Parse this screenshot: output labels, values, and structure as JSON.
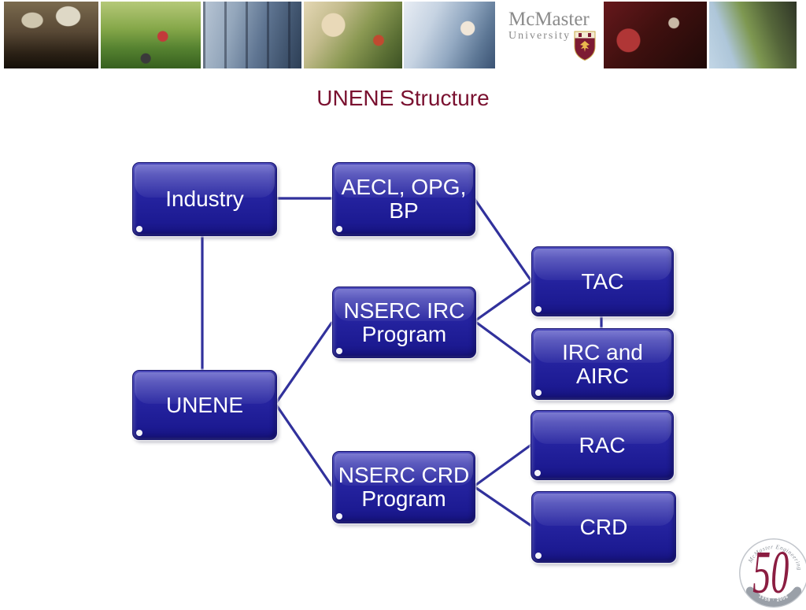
{
  "banner": {
    "photos": [
      {
        "id": "lecture-hall",
        "desc": "presentation in a lecture hall"
      },
      {
        "id": "campus-park",
        "desc": "student with laptop on a park bench"
      },
      {
        "id": "research-lab",
        "desc": "students at laboratory apparatus"
      },
      {
        "id": "student-plants",
        "desc": "student examining plants"
      },
      {
        "id": "computer-lab",
        "desc": "students working at a computer"
      },
      {
        "id": "seminar-group",
        "desc": "group discussion in dark red room"
      },
      {
        "id": "ivy-building",
        "desc": "ivy-covered campus building"
      }
    ],
    "logo": {
      "name": "McMaster",
      "subname": "University"
    }
  },
  "title": "UNENE Structure",
  "diagram": {
    "nodes": [
      {
        "id": "industry",
        "label": "Industry"
      },
      {
        "id": "aecl-opg-bp",
        "label": "AECL, OPG,\nBP"
      },
      {
        "id": "nserc-irc",
        "label": "NSERC IRC\nProgram"
      },
      {
        "id": "tac",
        "label": "TAC"
      },
      {
        "id": "irc-airc",
        "label": "IRC and\nAIRC"
      },
      {
        "id": "unene",
        "label": "UNENE"
      },
      {
        "id": "nserc-crd",
        "label": "NSERC CRD\nProgram"
      },
      {
        "id": "rac",
        "label": "RAC"
      },
      {
        "id": "crd",
        "label": "CRD"
      }
    ],
    "edges": [
      {
        "from": "industry",
        "to": "aecl-opg-bp"
      },
      {
        "from": "industry",
        "to": "unene"
      },
      {
        "from": "aecl-opg-bp",
        "to": "tac"
      },
      {
        "from": "nserc-irc",
        "to": "tac"
      },
      {
        "from": "nserc-irc",
        "to": "irc-airc"
      },
      {
        "from": "tac",
        "to": "irc-airc"
      },
      {
        "from": "unene",
        "to": "nserc-irc"
      },
      {
        "from": "unene",
        "to": "nserc-crd"
      },
      {
        "from": "nserc-crd",
        "to": "rac"
      },
      {
        "from": "nserc-crd",
        "to": "crd"
      }
    ]
  },
  "anniversary_logo": {
    "arc_text": "McMaster Engineering",
    "number": "50",
    "years": "1958 · 2008"
  },
  "colors": {
    "title_maroon": "#7a1130",
    "box_blue": "#24229e",
    "connector_navy": "#31319c",
    "logo_maroon": "#8b1d41",
    "band_gray": "#9aa0a8"
  }
}
